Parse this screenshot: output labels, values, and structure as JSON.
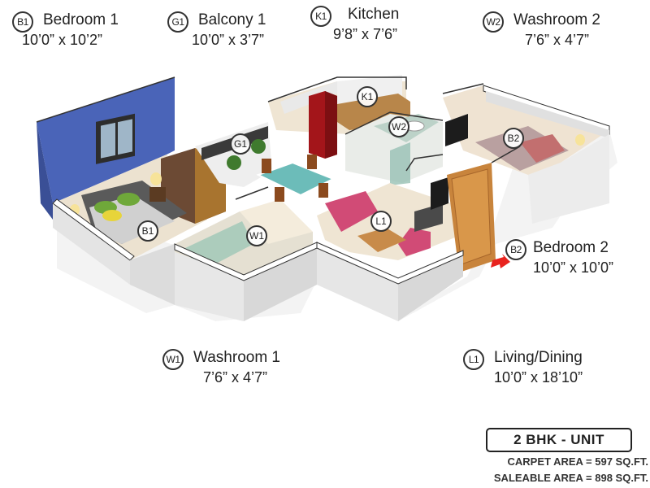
{
  "rooms": {
    "b1": {
      "code": "B1",
      "name": "Bedroom 1",
      "dims": "10’0” x 10’2”"
    },
    "g1": {
      "code": "G1",
      "name": "Balcony 1",
      "dims": "10’0” x 3’7”"
    },
    "k1": {
      "code": "K1",
      "name": "Kitchen",
      "dims": "9’8” x 7’6”"
    },
    "w2": {
      "code": "W2",
      "name": "Washroom 2",
      "dims": "7’6” x 4’7”"
    },
    "b2": {
      "code": "B2",
      "name": "Bedroom 2",
      "dims": "10’0” x 10’0”"
    },
    "w1": {
      "code": "W1",
      "name": "Washroom 1",
      "dims": "7’6” x 4’7”"
    },
    "l1": {
      "code": "L1",
      "name": "Living/Dining",
      "dims": "10’0” x 18’10”"
    }
  },
  "unit": {
    "type": "2 BHK - UNIT",
    "carpet_area": "CARPET AREA = 597 SQ.FT.",
    "saleable_area": "SALEABLE AREA = 898 SQ.FT."
  },
  "colors": {
    "bedroom1_accent_wall": "#4a64b8",
    "wall_top": "#ffffff",
    "wall_side": "#e6e6e6",
    "floor": "#efe6d6",
    "fridge": "#a3151a",
    "door": "#c8843c",
    "entry_arrow": "#e8231e"
  },
  "icons": [
    "entry-arrow-icon"
  ]
}
